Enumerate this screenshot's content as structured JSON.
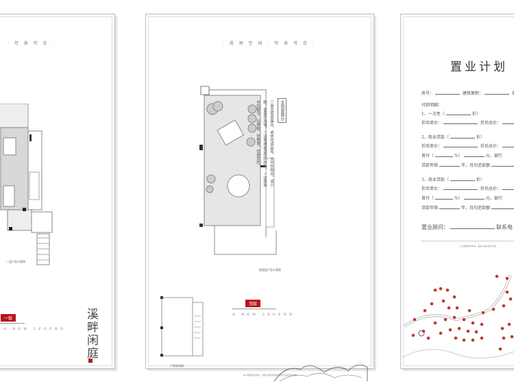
{
  "left_page": {
    "header": "· 可 舍 可 合 ·",
    "floor_tag": "一层",
    "legend": "A NEW LEGEND",
    "vertical_title": "溪畔闲庭",
    "plan_caption": "一层户型示意图"
  },
  "middle_page": {
    "header": "· 見 林 空 间 · 可 舍 可 合 ·",
    "section_title": "全观景露台",
    "paragraph": "三面全视景露台，或休闲或品茗，天半空相对，或小酌，皆是伴风情，一边是逍遥自然的林海，一边是城市的繁华，品美食，赏美景，也是您的。",
    "plan_caption": "屋面层户型示意图",
    "floor_tag": "顶层",
    "legend": "A NEW LEGEND",
    "small_plan_caption": "户型结构图",
    "footnote": "本户型图仅供参考，最终以政府批准的图纸及买卖合同为准"
  },
  "right_page": {
    "title": "置业计划",
    "fields": {
      "room": "房号：",
      "area": "建筑面积：",
      "unit_price_short": "单价",
      "payment_detail": "付款明细：",
      "option1": "1、一次性（",
      "option2": "2、商业贷款（",
      "option3": "3、商业贷款（",
      "discount_suffix": "折）",
      "discount_unit": "折后单价：",
      "discount_total": "折后总价：",
      "down_payment": "首付（",
      "percent": "%）",
      "yuan": "元，银行",
      "loan_years": "贷款年限",
      "monthly": "年，月均还款额",
      "consultant": "置业顾问：",
      "contact": "联系电"
    },
    "footnote": "以上数据仅作参考，最终以签约合同为准"
  },
  "colors": {
    "accent": "#b8141b",
    "map_marker": "#c0392b"
  }
}
